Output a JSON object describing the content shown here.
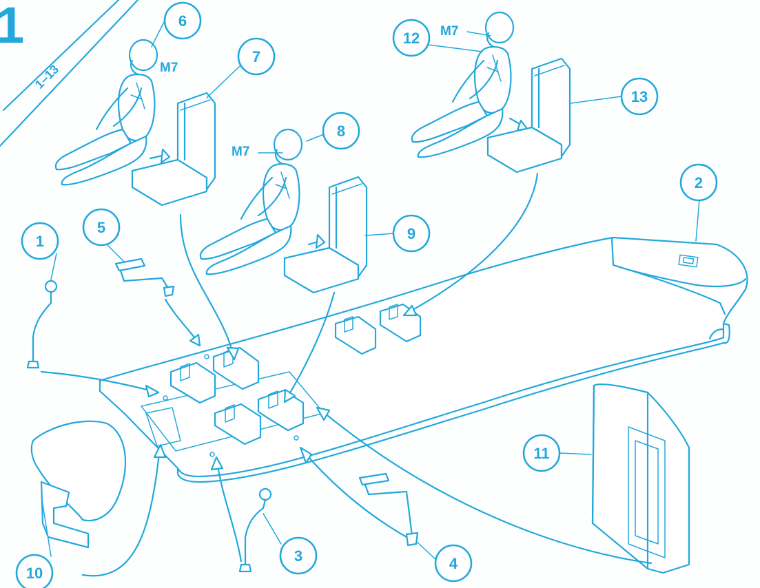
{
  "step_number": "1",
  "step_range": "1–13",
  "callouts": {
    "p1": "1",
    "p2": "2",
    "p3": "3",
    "p4": "4",
    "p5": "5",
    "p6": "6",
    "p7": "7",
    "p8": "8",
    "p9": "9",
    "p10": "10",
    "p11": "11",
    "p12": "12",
    "p13": "13"
  },
  "color_labels": {
    "pilot6": "M7",
    "pilot8": "M7",
    "pilot12": "M7"
  },
  "line_color": "#22a8dc"
}
